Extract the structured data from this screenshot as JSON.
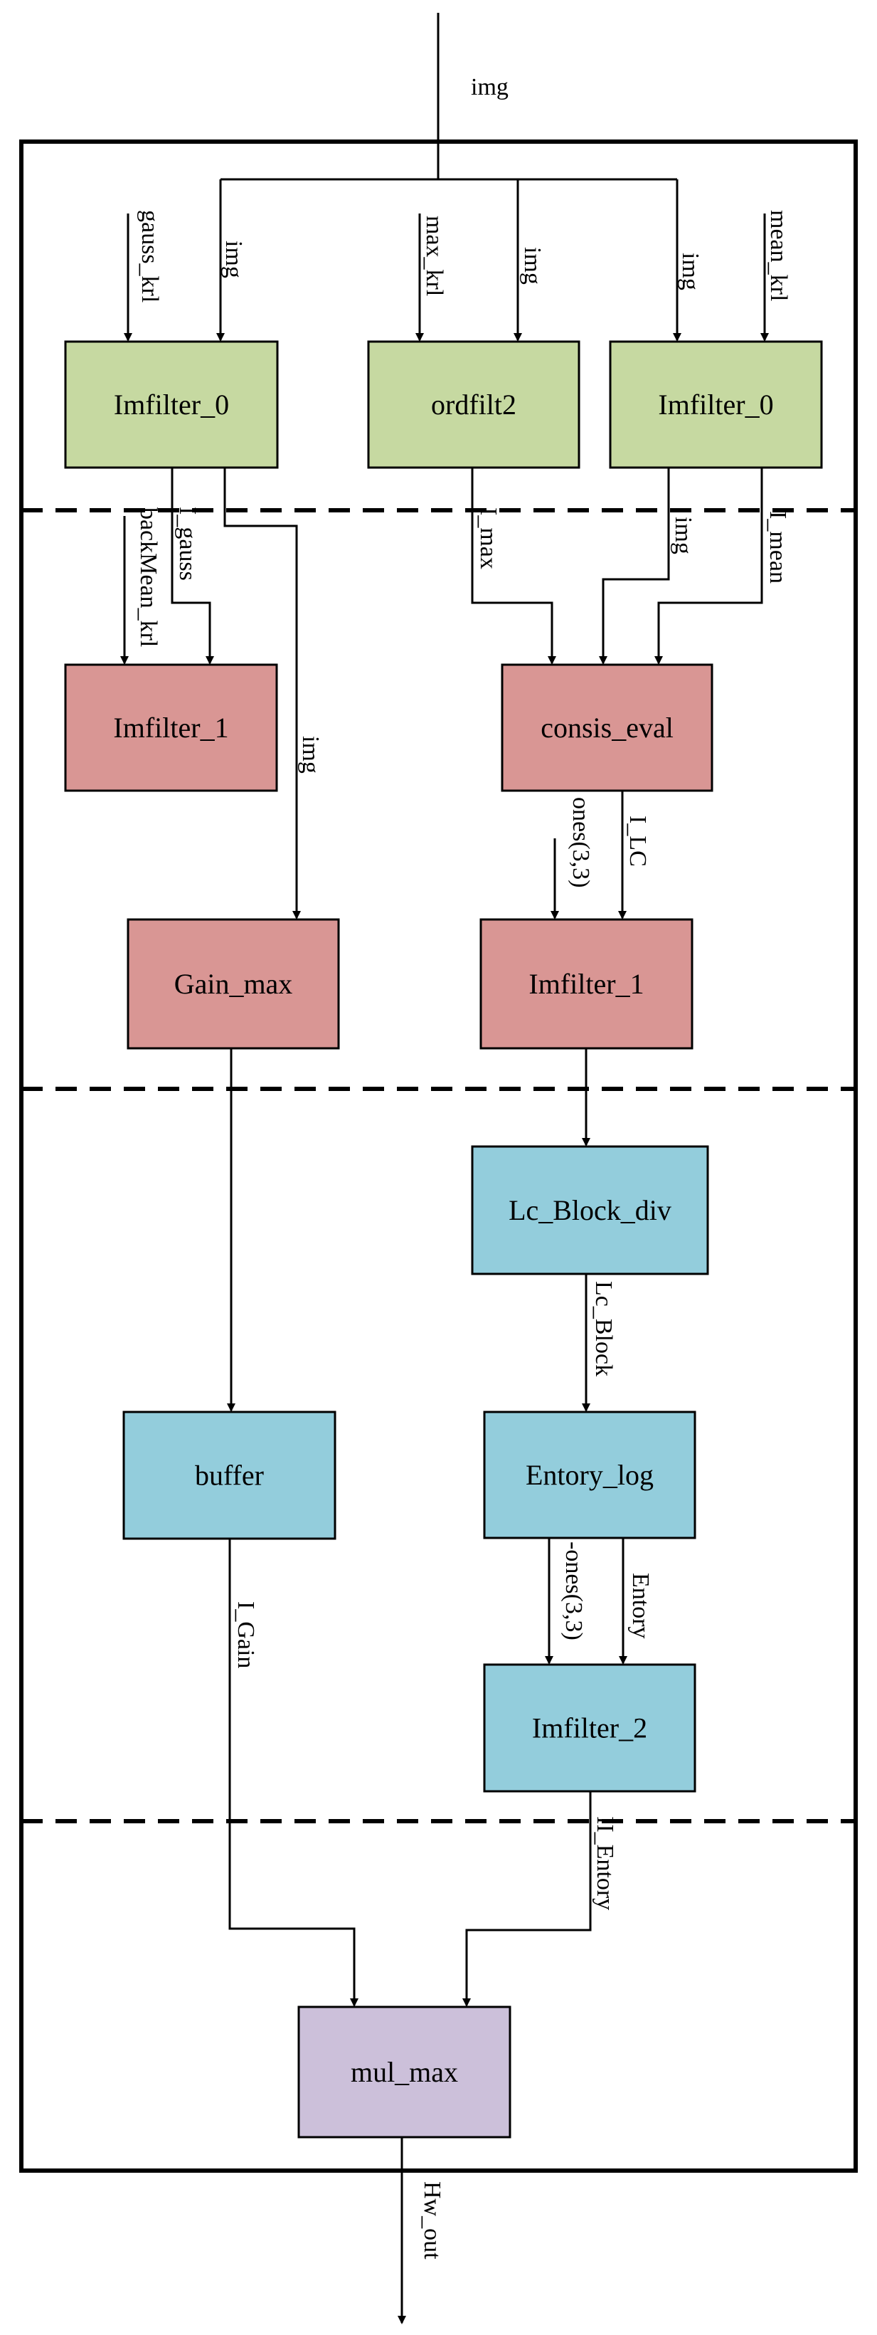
{
  "colors": {
    "green": "#c6d9a1",
    "red": "#d99694",
    "blue": "#93cddc",
    "purple": "#ccc0da"
  },
  "blocks": {
    "imfilter0_left": "Imfilter_0",
    "ordfilt2": "ordfilt2",
    "imfilter0_right": "Imfilter_0",
    "imfilter1_left": "Imfilter_1",
    "consis_eval": "consis_eval",
    "gain_max": "Gain_max",
    "imfilter1_right": "Imfilter_1",
    "lc_block_div": "Lc_Block_div",
    "buffer": "buffer",
    "entory_log": "Entory_log",
    "imfilter2": "Imfilter_2",
    "mul_max": "mul_max"
  },
  "labels": {
    "img_top": "img",
    "gauss_krl": "gauss_krl",
    "img_in_1": "img",
    "max_krl": "max_krl",
    "img_in_2": "img",
    "img_in_3": "img",
    "mean_krl": "mean_krl",
    "backmean_krl": "backMean_krl",
    "i_gauss": "I_gauss",
    "img_gain": "img",
    "i_max": "I_max",
    "img_consis": "img",
    "i_mean": "I_mean",
    "ones33": "ones(3,3)",
    "i_lc": "I_LC",
    "lc_block": "Lc_Block",
    "neg_ones33": "-ones(3,3)",
    "entory": "Entory",
    "i_gain": "I_Gain",
    "ii_entory": "II_Entory",
    "hw_out": "Hw_out"
  }
}
